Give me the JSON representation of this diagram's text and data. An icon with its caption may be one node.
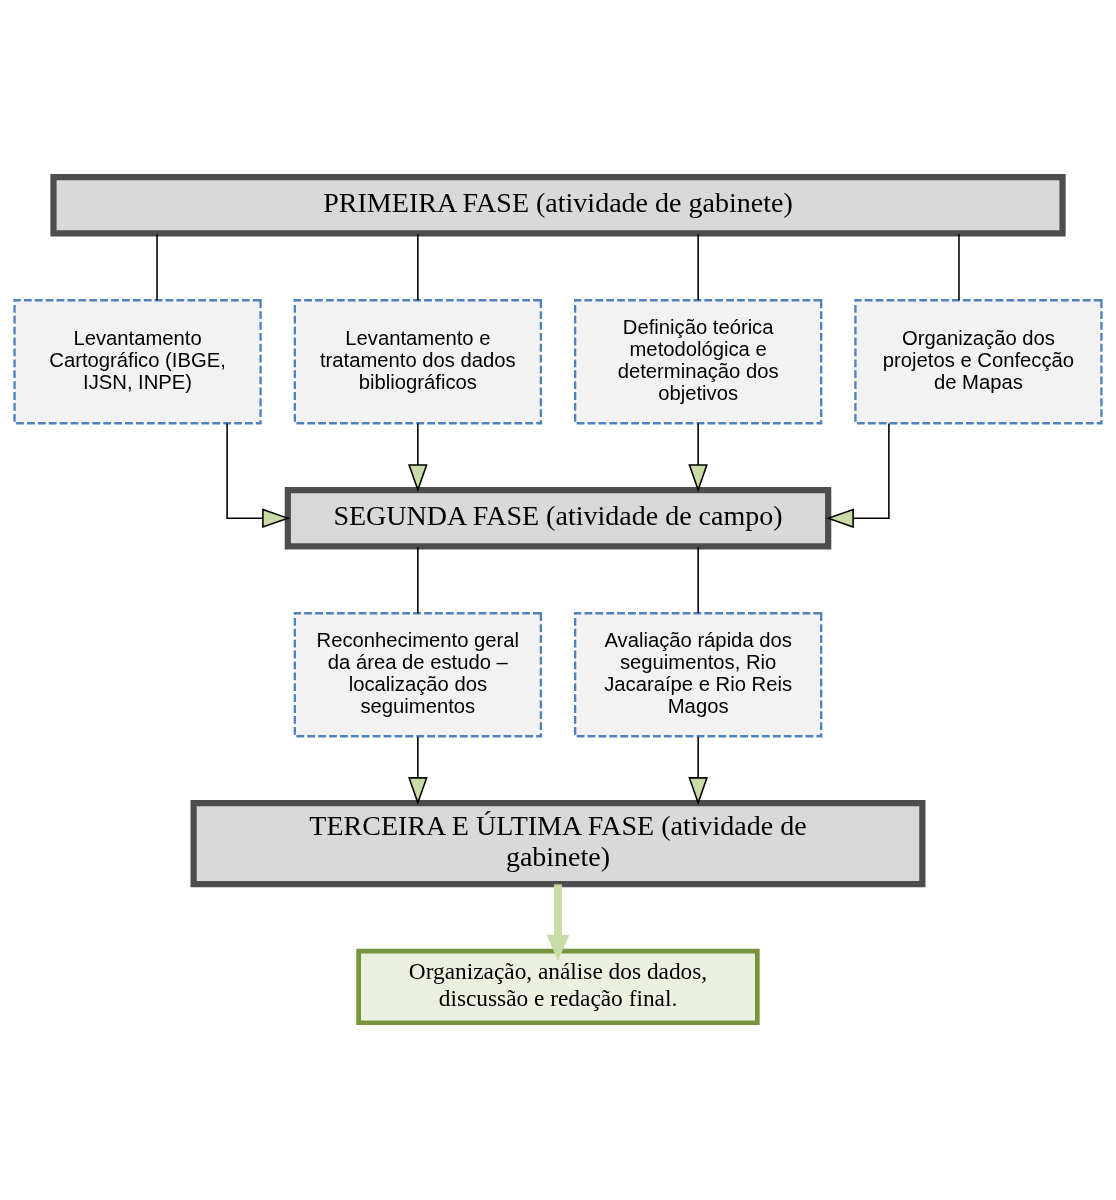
{
  "diagram": {
    "nodes": [
      {
        "text": [
          "PRIMEIRA FASE (atividade de gabinete)"
        ]
      },
      {
        "text": [
          "Levantamento Cartográfico (IBGE, IJSN, INPE)"
        ]
      },
      {
        "text": [
          "Levantamento e tratamento dos dados bibliográficos"
        ]
      },
      {
        "text": [
          "Definição teórica metodológica e determinação dos objetivos"
        ]
      },
      {
        "text": [
          "Organização dos projetos e Confecção de Mapas"
        ]
      },
      {
        "text": [
          "SEGUNDA FASE (atividade de campo)"
        ]
      },
      {
        "text": [
          "Reconhecimento geral da área de estudo – localização dos seguimentos"
        ]
      },
      {
        "text": [
          "Avaliação rápida dos seguimentos, Rio Jacaraípe e Rio Reis Magos"
        ]
      },
      {
        "text": [
          "TERCEIRA E ÚLTIMA FASE (atividade de gabinete)"
        ]
      },
      {
        "text": [
          "Organização, análise dos dados, discussão e redação final."
        ]
      }
    ],
    "edges": [
      {
        "from": 0,
        "to": 1,
        "arrow": "none"
      },
      {
        "from": 0,
        "to": 2,
        "arrow": "none"
      },
      {
        "from": 0,
        "to": 3,
        "arrow": "none"
      },
      {
        "from": 0,
        "to": 4,
        "arrow": "none"
      },
      {
        "from": 1,
        "to": 5,
        "arrow": "to"
      },
      {
        "from": 2,
        "to": 5,
        "arrow": "to"
      },
      {
        "from": 3,
        "to": 5,
        "arrow": "to"
      },
      {
        "from": 4,
        "to": 5,
        "arrow": "to"
      },
      {
        "from": 5,
        "to": 6,
        "arrow": "none"
      },
      {
        "from": 5,
        "to": 7,
        "arrow": "none"
      },
      {
        "from": 6,
        "to": 8,
        "arrow": "to"
      },
      {
        "from": 7,
        "to": 8,
        "arrow": "to"
      },
      {
        "from": 8,
        "to": 9,
        "arrow": "to",
        "style": "thick",
        "color": "#c9dca8"
      }
    ]
  }
}
